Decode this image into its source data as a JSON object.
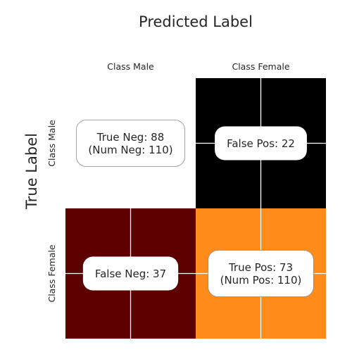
{
  "chart_data": {
    "type": "heatmap",
    "title": "Predicted Label",
    "ylabel": "True Label",
    "x_tick_labels": [
      "Class Male",
      "Class Female"
    ],
    "y_tick_labels": [
      "Class Male",
      "Class Female"
    ],
    "cells": [
      {
        "row": 0,
        "col": 0,
        "label": "True Neg: 88",
        "sublabel": "(Num Neg: 110)",
        "value": 88,
        "color": "#ffffff"
      },
      {
        "row": 0,
        "col": 1,
        "label": "False Pos: 22",
        "sublabel": "",
        "value": 22,
        "color": "#000000"
      },
      {
        "row": 1,
        "col": 0,
        "label": "False Neg: 37",
        "sublabel": "",
        "value": 37,
        "color": "#5c0000"
      },
      {
        "row": 1,
        "col": 1,
        "label": "True Pos: 73",
        "sublabel": "(Num Pos: 110)",
        "value": 73,
        "color": "#ff8c1a"
      }
    ],
    "grid": true,
    "grid_color": "#ffffff",
    "colorbar": false
  }
}
